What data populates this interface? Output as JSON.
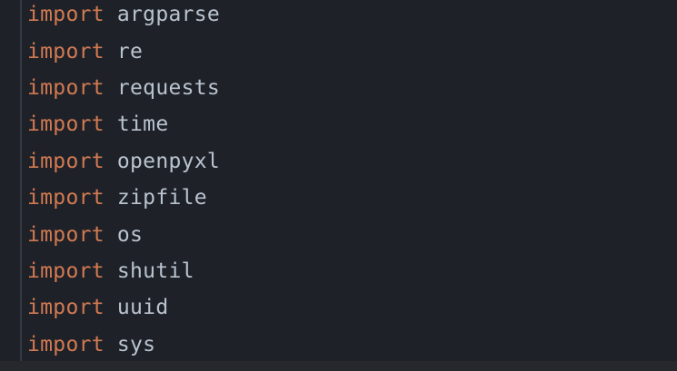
{
  "theme": {
    "background": "#1e2128",
    "bottom_bar": "#26282e",
    "gutter_line": "#343a44",
    "keyword_color": "#d17a52",
    "module_color": "#b9c3ce"
  },
  "code": {
    "lines": [
      {
        "keyword": "import",
        "module": "argparse"
      },
      {
        "keyword": "import",
        "module": "re"
      },
      {
        "keyword": "import",
        "module": "requests"
      },
      {
        "keyword": "import",
        "module": "time"
      },
      {
        "keyword": "import",
        "module": "openpyxl"
      },
      {
        "keyword": "import",
        "module": "zipfile"
      },
      {
        "keyword": "import",
        "module": "os"
      },
      {
        "keyword": "import",
        "module": "shutil"
      },
      {
        "keyword": "import",
        "module": "uuid"
      },
      {
        "keyword": "import",
        "module": "sys"
      }
    ]
  }
}
